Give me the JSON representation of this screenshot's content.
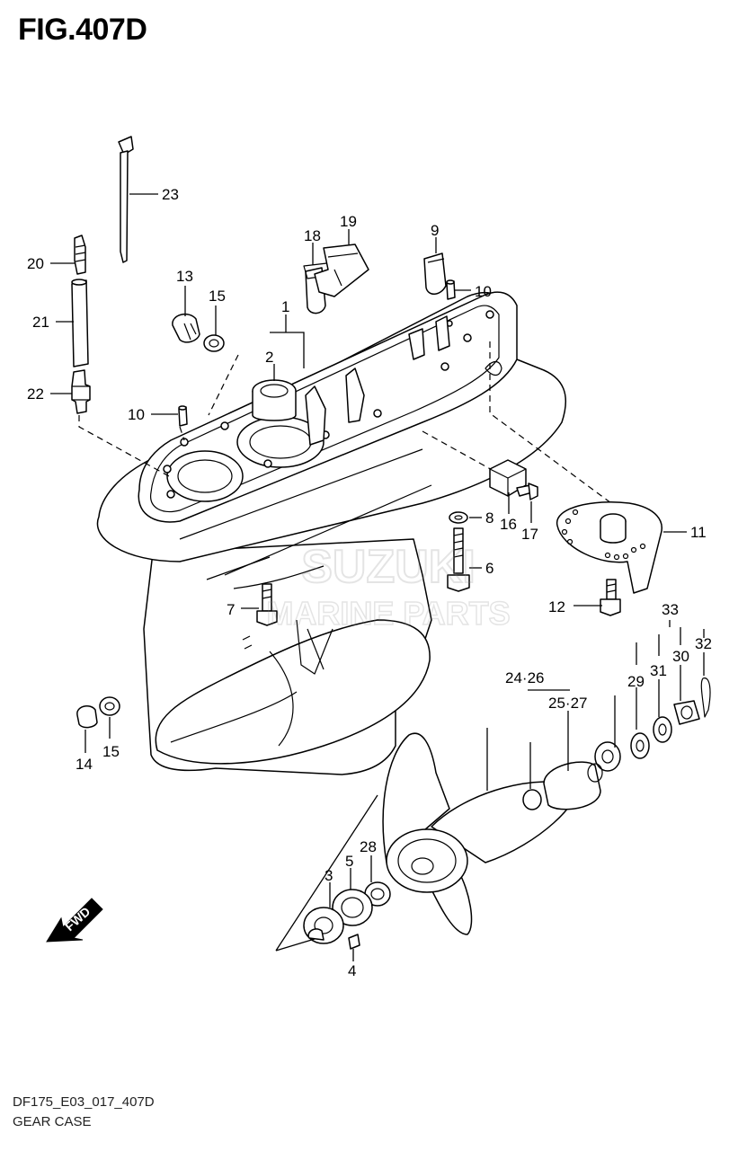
{
  "figure": {
    "title": "FIG.407D",
    "model_code": "DF175_E03_017_407D",
    "section": "GEAR CASE"
  },
  "watermark": {
    "line1": "SUZUKI",
    "line2": "MARINE PARTS"
  },
  "fwd_label": "FWD",
  "callouts": {
    "p1": "1",
    "p2": "2",
    "p3": "3",
    "p4": "4",
    "p5": "5",
    "p6": "6",
    "p7": "7",
    "p8": "8",
    "p9": "9",
    "p10a": "10",
    "p10b": "10",
    "p11": "11",
    "p12": "12",
    "p13": "13",
    "p14": "14",
    "p15a": "15",
    "p15b": "15",
    "p16": "16",
    "p17": "17",
    "p18": "18",
    "p19": "19",
    "p20": "20",
    "p21": "21",
    "p22": "22",
    "p23": "23",
    "p24_26": "24·26",
    "p25_27": "25·27",
    "p28": "28",
    "p29": "29",
    "p30": "30",
    "p31": "31",
    "p32": "32",
    "p33": "33"
  }
}
